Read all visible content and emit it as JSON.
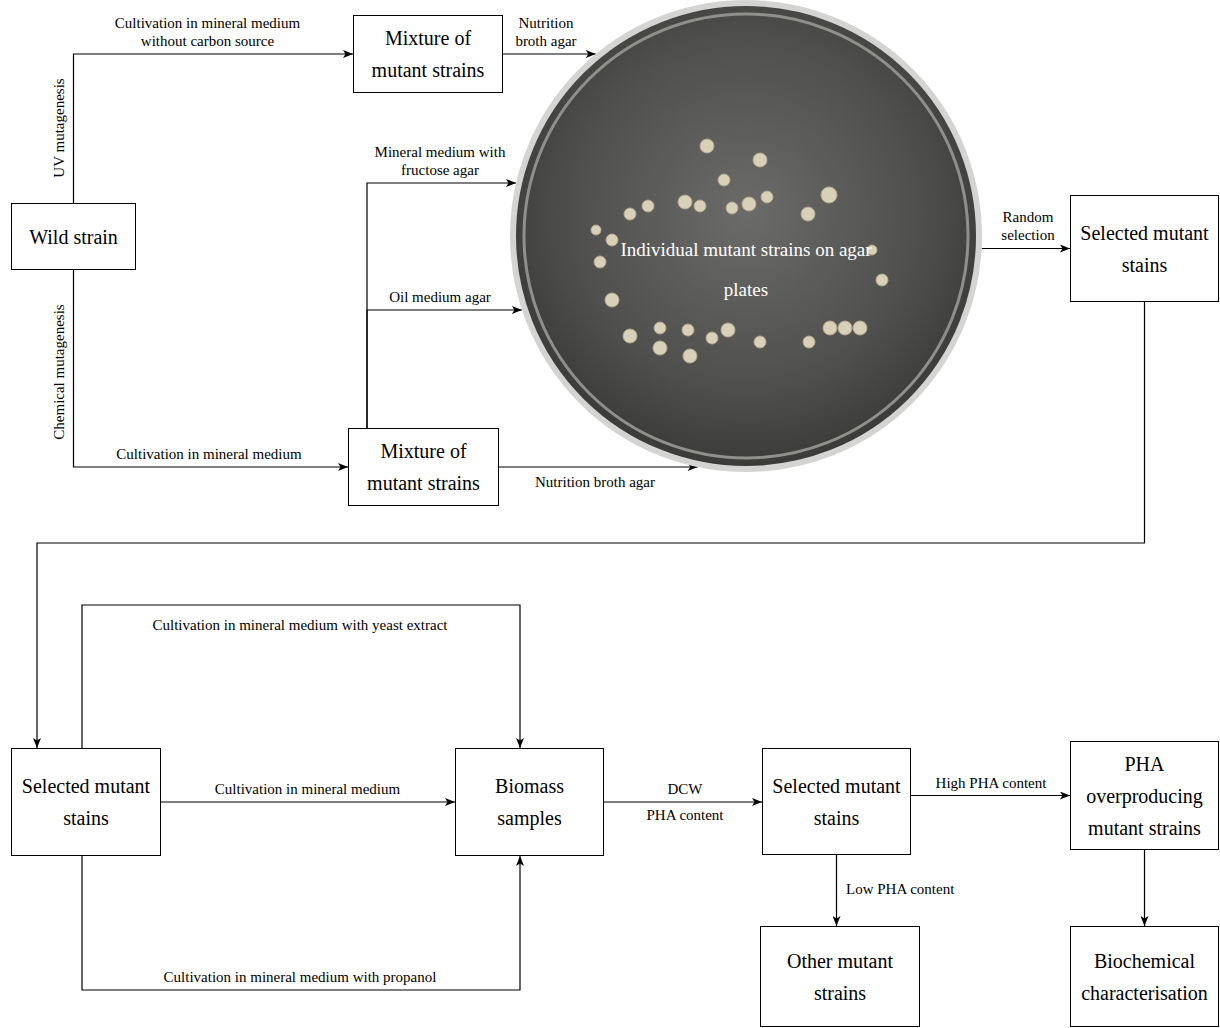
{
  "diagram": {
    "nodes": [
      {
        "text": [
          "Wild strain"
        ]
      },
      {
        "text": [
          "Mixture of mutant strains"
        ]
      },
      {
        "text": [
          "Mixture of mutant strains"
        ]
      },
      {
        "text": [
          "Individual mutant strains on agar plates"
        ]
      },
      {
        "text": [
          "Selected mutant stains"
        ]
      },
      {
        "text": [
          "Selected mutant stains"
        ]
      },
      {
        "text": [
          "Biomass samples"
        ]
      },
      {
        "text": [
          "Selected mutant stains"
        ]
      },
      {
        "text": [
          "PHA overproducing mutant strains"
        ]
      },
      {
        "text": [
          "Other mutant strains"
        ]
      },
      {
        "text": [
          "Biochemical characterisation"
        ]
      }
    ],
    "edges": [
      {
        "from": 0,
        "to": 1,
        "arrow": "to",
        "label": "Cultivation in mineral medium without carbon source"
      },
      {
        "from": 0,
        "to": 2,
        "arrow": "to",
        "label": "Cultivation in mineral medium"
      },
      {
        "from": 1,
        "to": 3,
        "arrow": "to",
        "label": "Nutrition broth agar"
      },
      {
        "from": 2,
        "to": 3,
        "arrow": "to",
        "label": "Mineral medium with fructose agar"
      },
      {
        "from": 2,
        "to": 3,
        "arrow": "to",
        "label": "Oil medium agar"
      },
      {
        "from": 2,
        "to": 3,
        "arrow": "to",
        "label": "Nutrition broth agar"
      },
      {
        "from": 3,
        "to": 4,
        "arrow": "to",
        "label": "Random selection"
      },
      {
        "from": 4,
        "to": 5,
        "arrow": "to"
      },
      {
        "from": 5,
        "to": 6,
        "arrow": "to",
        "label": "Cultivation in mineral medium with yeast extract"
      },
      {
        "from": 5,
        "to": 6,
        "arrow": "to",
        "label": "Cultivation in mineral medium"
      },
      {
        "from": 5,
        "to": 6,
        "arrow": "to",
        "label": "Cultivation in mineral medium with propanol"
      },
      {
        "from": 6,
        "to": 7,
        "arrow": "to",
        "label": "DCW"
      },
      {
        "from": 7,
        "to": 8,
        "arrow": "to",
        "label": "High PHA content"
      },
      {
        "from": 7,
        "to": 9,
        "arrow": "to",
        "label": "Low PHA content"
      },
      {
        "from": 8,
        "to": 10,
        "arrow": "to"
      }
    ],
    "labels": [
      "UV mutagenesis",
      "Chemical mutagenesis",
      "PHA content"
    ]
  }
}
